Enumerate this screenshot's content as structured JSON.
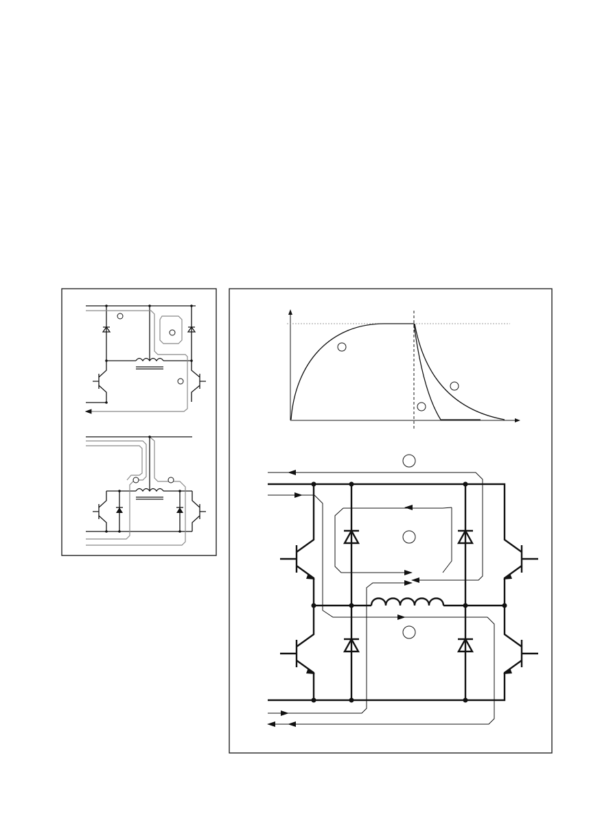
{
  "figure": {
    "left_panel": {
      "circuits": 2
    },
    "right_panel": {
      "chart_data": {
        "type": "line",
        "grid": false,
        "series": [
          {
            "values": "rise-to-plateau"
          },
          {
            "values": "fast-decay"
          },
          {
            "values": "slow-decay"
          }
        ]
      }
    }
  },
  "colors": {
    "line": "#111111",
    "current_path": "#888888",
    "background": "#ffffff"
  }
}
